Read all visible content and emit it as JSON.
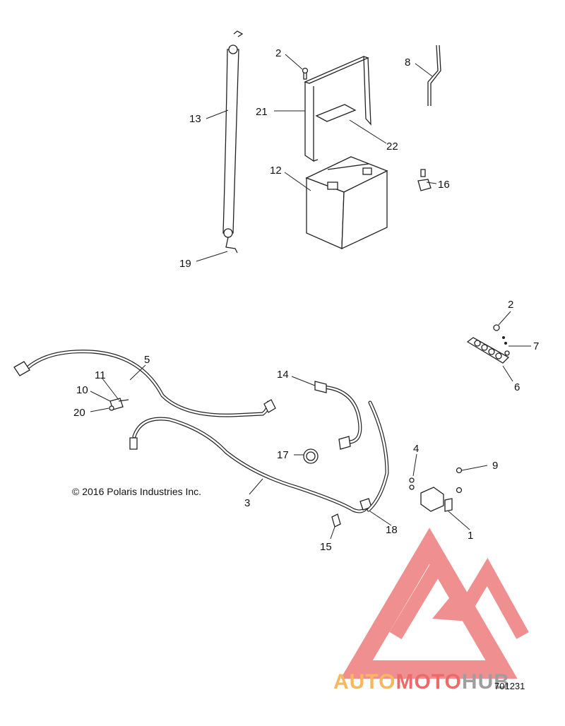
{
  "diagram": {
    "copyright": "© 2016 Polaris Industries Inc.",
    "drawing_number": "701231",
    "callouts": {
      "c1": "1",
      "c2a": "2",
      "c2b": "2",
      "c3": "3",
      "c4": "4",
      "c5": "5",
      "c6": "6",
      "c7": "7",
      "c8": "8",
      "c9": "9",
      "c10": "10",
      "c11": "11",
      "c12": "12",
      "c13": "13",
      "c14": "14",
      "c15": "15",
      "c16": "16",
      "c17": "17",
      "c18": "18",
      "c19": "19",
      "c20": "20",
      "c21": "21",
      "c22": "22"
    }
  },
  "watermark": {
    "part1": "AUTO",
    "part2": "MOTO",
    "part3": "HUB",
    "colors": {
      "light": "#f5b860",
      "red": "#ec6a6a",
      "gray": "#9e9e9e"
    }
  }
}
